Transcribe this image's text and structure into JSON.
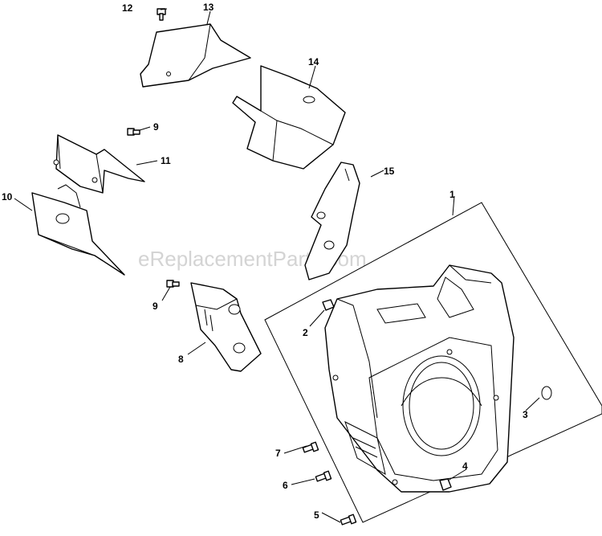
{
  "watermark": "eReplacementParts.com",
  "callouts": {
    "c1": "1",
    "c2": "2",
    "c3": "3",
    "c4": "4",
    "c5": "5",
    "c6": "6",
    "c7": "7",
    "c8": "8",
    "c9a": "9",
    "c9b": "9",
    "c10": "10",
    "c11": "11",
    "c12": "12",
    "c13": "13",
    "c14": "14",
    "c15": "15"
  }
}
